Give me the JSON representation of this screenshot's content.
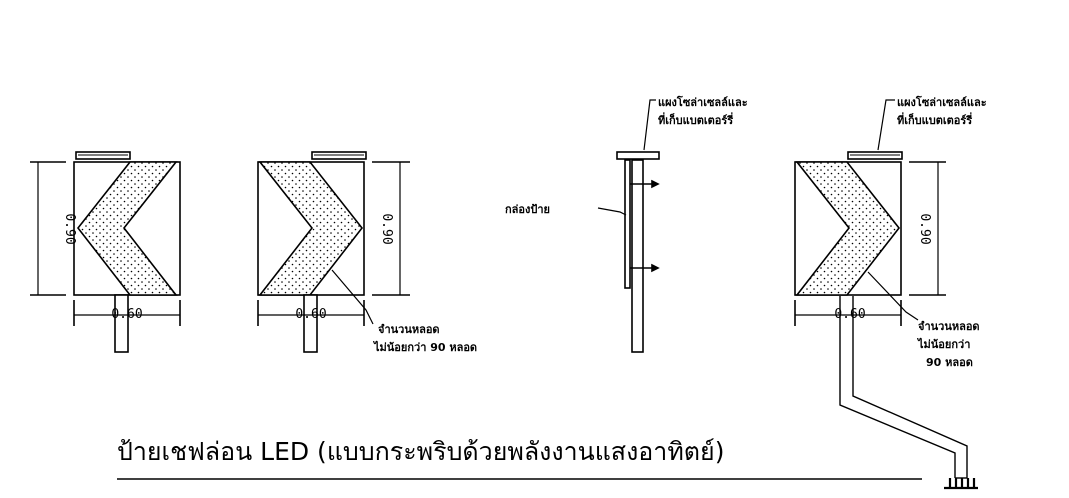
{
  "title": "ป้ายเชฟล่อน LED (แบบกระพริบด้วยพลังงานแสงอาทิตย์)",
  "dimensions": {
    "height": "0.90",
    "width": "0.60"
  },
  "labels": {
    "solar_panel_line1": "แผงโซล่าเซลล์และ",
    "solar_panel_line2": "ที่เก็บแบตเตอร์รี่",
    "sign_box": "กล่องป้าย",
    "bulb_count_line1": "จำนวนหลอด",
    "bulb_count_line2": "ไม่น้อยกว่า 90 หลอด",
    "bulb_count_alt_line2": "ไม่น้อยกว่า",
    "bulb_count_alt_line3": "90 หลอด"
  }
}
